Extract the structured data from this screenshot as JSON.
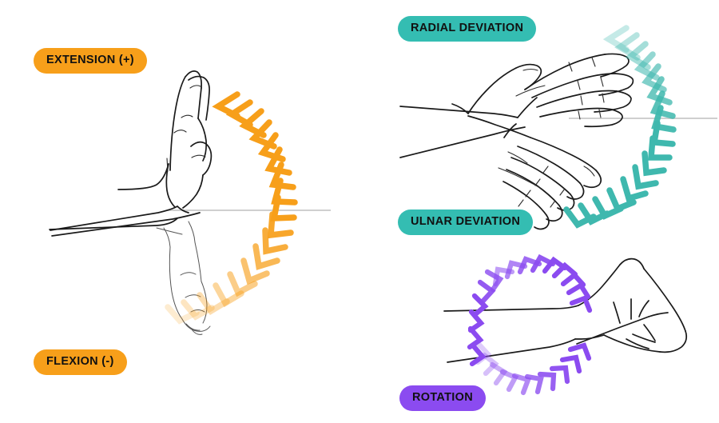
{
  "figure": {
    "title": "Wrist range of motion diagram",
    "background_color": "#ffffff"
  },
  "colors": {
    "orange": "#F79F1A",
    "teal": "#34BDB2",
    "teal_arrow": "#3FB8AE",
    "purple": "#8B4BF0",
    "purple_arrow": "#8B4BF0",
    "ink": "#1a1a1a",
    "reference_line": "#cfcfcf",
    "badge_text": "#111111"
  },
  "panels": [
    {
      "id": "extension-flexion",
      "name": "Extension / Flexion",
      "accent": "#F79F1A",
      "labels": [
        {
          "id": "extension",
          "text": "EXTENSION (+)"
        },
        {
          "id": "flexion",
          "text": "FLEXION (-)"
        }
      ],
      "arrow": {
        "style": "chevron-arc",
        "color": "#F79F1A",
        "direction": "counter-clockwise",
        "chevron_count": 18,
        "fade": "opaque at top, fading toward bottom"
      },
      "reference_line": {
        "visible": true,
        "color": "#cfcfcf"
      }
    },
    {
      "id": "radial-ulnar-deviation",
      "name": "Radial / Ulnar Deviation",
      "accent": "#34BDB2",
      "labels": [
        {
          "id": "radial-deviation",
          "text": "RADIAL DEVIATION"
        },
        {
          "id": "ulnar-deviation",
          "text": "ULNAR DEVIATION"
        }
      ],
      "arrow": {
        "style": "chevron-arc",
        "color": "#3FB8AE",
        "direction": "counter-clockwise",
        "chevron_count": 17,
        "fade": "light at top, opaque toward bottom"
      },
      "reference_line": {
        "visible": true,
        "color": "#cfcfcf"
      }
    },
    {
      "id": "rotation",
      "name": "Rotation",
      "accent": "#8B4BF0",
      "labels": [
        {
          "id": "rotation",
          "text": "ROTATION"
        }
      ],
      "arrow": {
        "style": "chevron-loop",
        "color": "#8B4BF0",
        "direction": "clockwise",
        "chevron_count": 24,
        "fade": "opaque on upper-left, fading at lower-left of loop"
      },
      "reference_line": {
        "visible": false,
        "color": "#cfcfcf"
      }
    }
  ]
}
